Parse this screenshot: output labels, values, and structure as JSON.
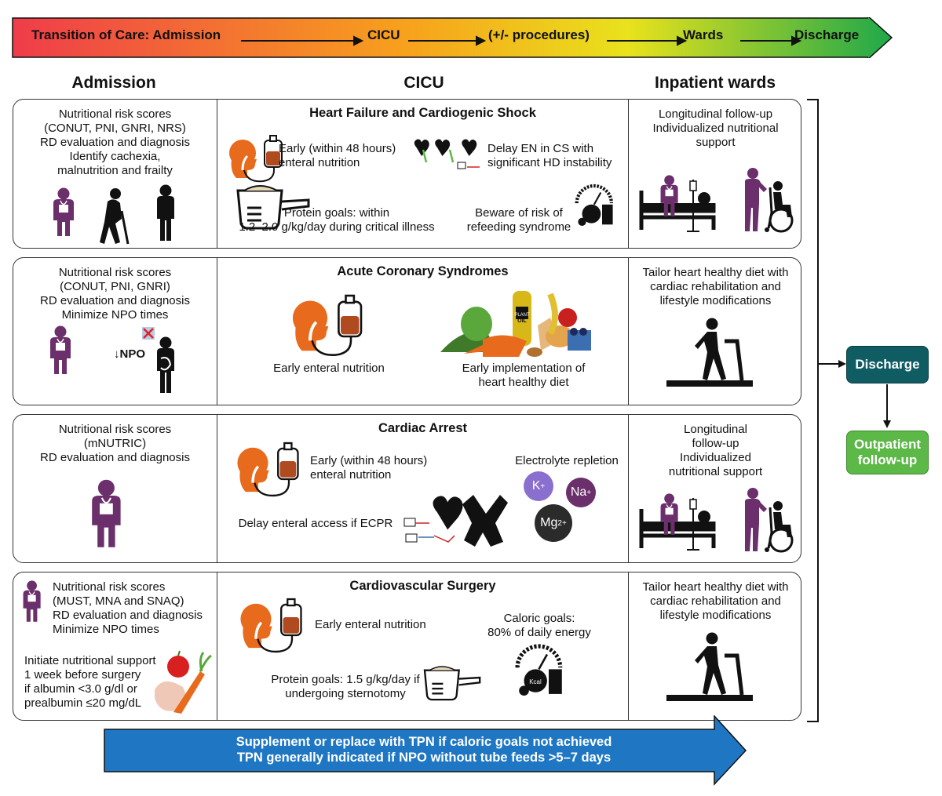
{
  "banner": {
    "admission": "Transition of Care: Admission",
    "cicu": "CICU",
    "procedures": "(+/- procedures)",
    "wards": "Wards",
    "discharge": "Discharge"
  },
  "columns": {
    "admission": "Admission",
    "cicu": "CICU",
    "wards": "Inpatient wards"
  },
  "rows": [
    {
      "admission": [
        "Nutritional risk scores",
        "(CONUT, PNI, GNRI,  NRS)",
        "RD evaluation and diagnosis",
        "Identify cachexia,",
        "malnutrition and frailty"
      ],
      "title": "Heart Failure and Cardiogenic Shock",
      "early": [
        "Early (within 48 hours)",
        "enteral nutrition"
      ],
      "delay": [
        "Delay EN in CS with",
        "significant HD instability"
      ],
      "protein": [
        "Protein goals: within",
        "1.2–2.0 g/kg/day during critical illness"
      ],
      "refeed": [
        "Beware of risk of",
        "refeeding syndrome"
      ],
      "wards": [
        "Longitudinal follow-up",
        "Individualized nutritional",
        "support"
      ]
    },
    {
      "admission": [
        "Nutritional risk scores",
        "(CONUT, PNI, GNRI)",
        "RD evaluation and diagnosis",
        "Minimize NPO times"
      ],
      "npo": "NPO",
      "title": "Acute Coronary Syndromes",
      "early": "Early enteral nutrition",
      "diet": [
        "Early implementation of",
        "heart healthy diet"
      ],
      "wards": [
        "Tailor heart healthy diet with",
        "cardiac rehabilitation and",
        "lifestyle modifications"
      ]
    },
    {
      "admission": [
        "Nutritional risk scores",
        "(mNUTRIC)",
        "RD evaluation and diagnosis"
      ],
      "title": "Cardiac Arrest",
      "early": [
        "Early (within 48 hours)",
        "enteral nutrition"
      ],
      "electrolyte": "Electrolyte repletion",
      "ions": {
        "k": "K",
        "k_sup": "+",
        "na": "Na",
        "na_sup": "+",
        "mg": "Mg",
        "mg_sup": "2+"
      },
      "ecpr": "Delay enteral access if ECPR",
      "wards": [
        "Longitudinal",
        "follow-up",
        "Individualized",
        "nutritional support"
      ]
    },
    {
      "admission": [
        "Nutritional risk scores",
        "(MUST, MNA and SNAQ)",
        "RD evaluation and diagnosis",
        "Minimize NPO times"
      ],
      "initiate": [
        "Initiate nutritional support",
        "1 week before surgery",
        "if albumin <3.0 g/dl or",
        "prealbumin ≤20 mg/dL"
      ],
      "title": "Cardiovascular Surgery",
      "early": "Early enteral nutrition",
      "caloric": [
        "Caloric goals:",
        "80% of daily energy"
      ],
      "protein": [
        "Protein goals: 1.5 g/kg/day if",
        "undergoing sternotomy"
      ],
      "wards": [
        "Tailor heart healthy diet with",
        "cardiac rehabilitation and",
        "lifestyle modifications"
      ]
    }
  ],
  "kcal_label": "Kcal",
  "plant_oil_label": [
    "PLANT",
    "OIL"
  ],
  "discharge_box": "Discharge",
  "outpatient_box": [
    "Outpatient",
    "follow-up"
  ],
  "bottom": [
    "Supplement or replace with TPN if caloric goals not achieved",
    "TPN generally indicated if NPO without tube feeds >5–7 days"
  ],
  "colors": {
    "purple": "#6b2f6b",
    "orange": "#e86a1c",
    "teal": "#0f5c63",
    "green": "#5cb847",
    "blue": "#1f77c4",
    "kplus": "#8a6fcf",
    "naplus": "#6b2f6b",
    "mg": "#2b2b2b"
  }
}
